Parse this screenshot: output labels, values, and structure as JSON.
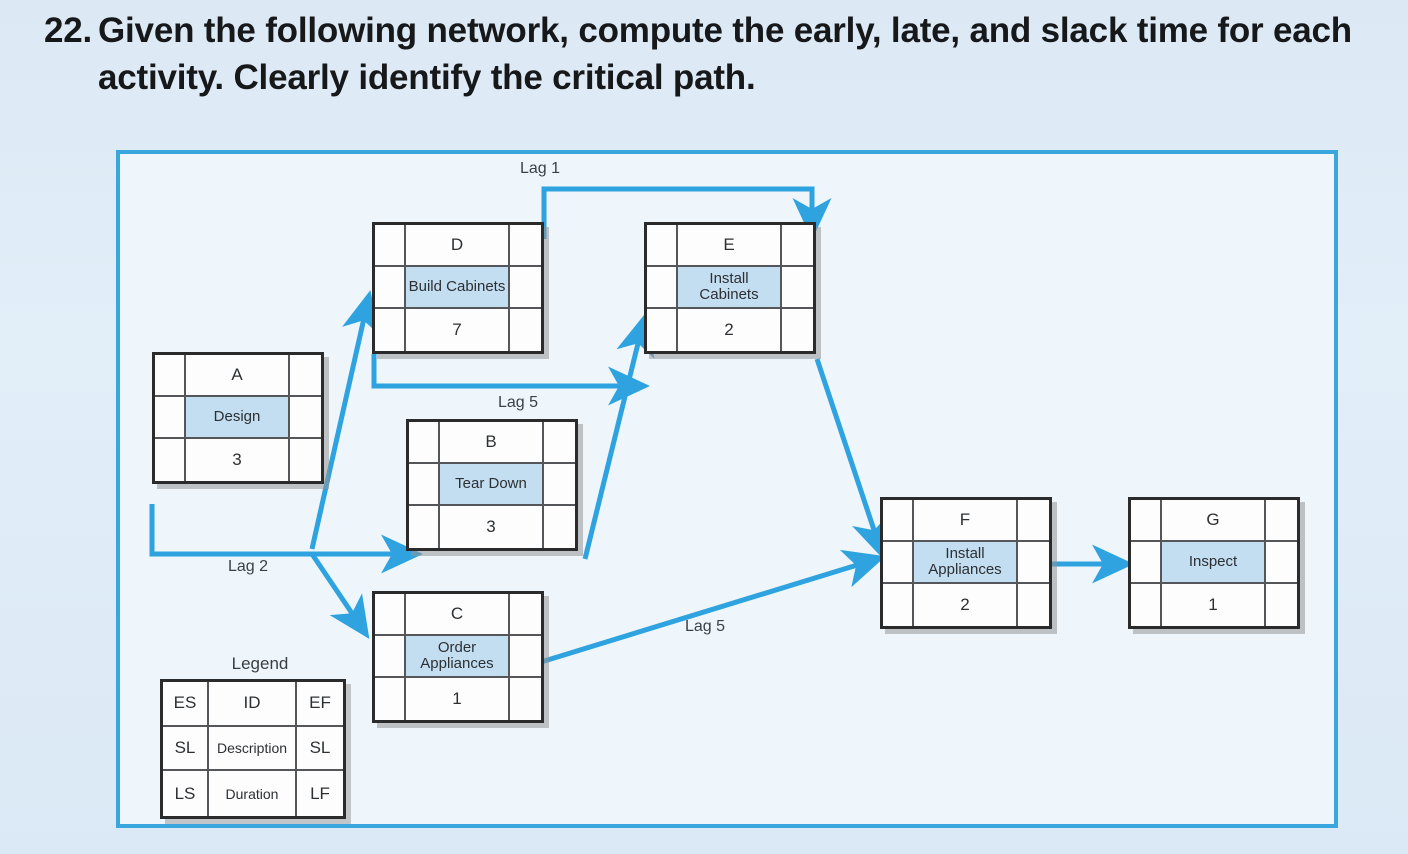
{
  "question": {
    "number": "22.",
    "text": "Given the following network, compute the early, late, and slack time for each activity. Clearly identify the critical path."
  },
  "colors": {
    "frame_border": "#39a7dd",
    "frame_fill": "#eef6fc",
    "page_background": "#dce9f5",
    "arrow": "#2ea3e0",
    "node_border": "#2b2b2b",
    "description_highlight": "#c3ddf1"
  },
  "legend": {
    "title": "Legend",
    "cells": [
      [
        "ES",
        "ID",
        "EF"
      ],
      [
        "SL",
        "Description",
        "SL"
      ],
      [
        "LS",
        "Duration",
        "LF"
      ]
    ]
  },
  "nodes": [
    {
      "key": "A",
      "id": "A",
      "description": "Design",
      "duration": "3",
      "es": "",
      "ef": "",
      "sl_left": "",
      "sl_right": "",
      "ls": "",
      "lf": ""
    },
    {
      "key": "B",
      "id": "B",
      "description": "Tear Down",
      "duration": "3",
      "es": "",
      "ef": "",
      "sl_left": "",
      "sl_right": "",
      "ls": "",
      "lf": ""
    },
    {
      "key": "C",
      "id": "C",
      "description": "Order Appliances",
      "duration": "1",
      "es": "",
      "ef": "",
      "sl_left": "",
      "sl_right": "",
      "ls": "",
      "lf": ""
    },
    {
      "key": "D",
      "id": "D",
      "description": "Build Cabinets",
      "duration": "7",
      "es": "",
      "ef": "",
      "sl_left": "",
      "sl_right": "",
      "ls": "",
      "lf": ""
    },
    {
      "key": "E",
      "id": "E",
      "description": "Install Cabinets",
      "duration": "2",
      "es": "",
      "ef": "",
      "sl_left": "",
      "sl_right": "",
      "ls": "",
      "lf": ""
    },
    {
      "key": "F",
      "id": "F",
      "description": "Install Appliances",
      "duration": "2",
      "es": "",
      "ef": "",
      "sl_left": "",
      "sl_right": "",
      "ls": "",
      "lf": ""
    },
    {
      "key": "G",
      "id": "G",
      "description": "Inspect",
      "duration": "1",
      "es": "",
      "ef": "",
      "sl_left": "",
      "sl_right": "",
      "ls": "",
      "lf": ""
    }
  ],
  "lag_labels": {
    "d_to_e": "Lag 1",
    "d_to_e_lower": "Lag 5",
    "a_to_b": "Lag 2",
    "c_to_f": "Lag 5"
  },
  "chart_data": {
    "type": "diagram",
    "title": "Project network (activity-on-node)",
    "activities": [
      {
        "id": "A",
        "description": "Design",
        "duration": 3
      },
      {
        "id": "B",
        "description": "Tear Down",
        "duration": 3
      },
      {
        "id": "C",
        "description": "Order Appliances",
        "duration": 1
      },
      {
        "id": "D",
        "description": "Build Cabinets",
        "duration": 7
      },
      {
        "id": "E",
        "description": "Install Cabinets",
        "duration": 2
      },
      {
        "id": "F",
        "description": "Install Appliances",
        "duration": 2
      },
      {
        "id": "G",
        "description": "Inspect",
        "duration": 1
      }
    ],
    "edges": [
      {
        "from": "A",
        "to": "D",
        "lag": null
      },
      {
        "from": "A",
        "to": "B",
        "lag": 2
      },
      {
        "from": "A",
        "to": "C",
        "lag": null
      },
      {
        "from": "D",
        "to": "E",
        "lag": 1
      },
      {
        "from": "D",
        "to": "E",
        "lag": 5
      },
      {
        "from": "B",
        "to": "E",
        "lag": null
      },
      {
        "from": "C",
        "to": "F",
        "lag": 5
      },
      {
        "from": "E",
        "to": "F",
        "lag": null
      },
      {
        "from": "F",
        "to": "G",
        "lag": null
      }
    ]
  }
}
